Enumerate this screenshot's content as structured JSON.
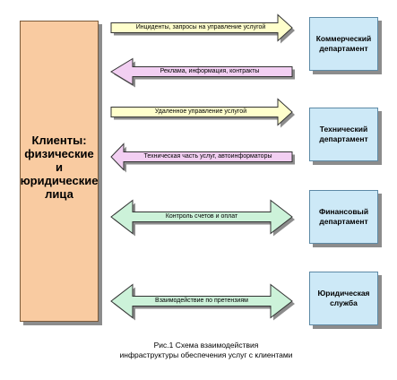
{
  "clients": {
    "label": "Клиенты:\nфизические и\nюридические\nлица"
  },
  "departments": [
    {
      "label": "Коммерческий\nдепартамент"
    },
    {
      "label": "Технический\nдепартамент"
    },
    {
      "label": "Финансовый\nдепартамент"
    },
    {
      "label": "Юридическая\nслужба"
    }
  ],
  "flows": [
    {
      "label": "Инциденты, запросы на управление услугой",
      "direction": "right",
      "color": "#ffffcc"
    },
    {
      "label": "Реклама, информация, контракты",
      "direction": "left",
      "color": "#f2cff2"
    },
    {
      "label": "Удаленное управление услугой",
      "direction": "right",
      "color": "#ffffcc"
    },
    {
      "label": "Техническая часть услуг, автоинформаторы",
      "direction": "left",
      "color": "#f2cff2"
    },
    {
      "label": "Контроль счетов и оплат",
      "direction": "both",
      "color": "#ccf2d9"
    },
    {
      "label": "Взаимодействие по претензиям",
      "direction": "both",
      "color": "#ccf2d9"
    }
  ],
  "caption": {
    "line1": "Рис.1 Схема взаимодействия",
    "line2": "инфраструктуры обеспечения услуг  с клиентами"
  }
}
